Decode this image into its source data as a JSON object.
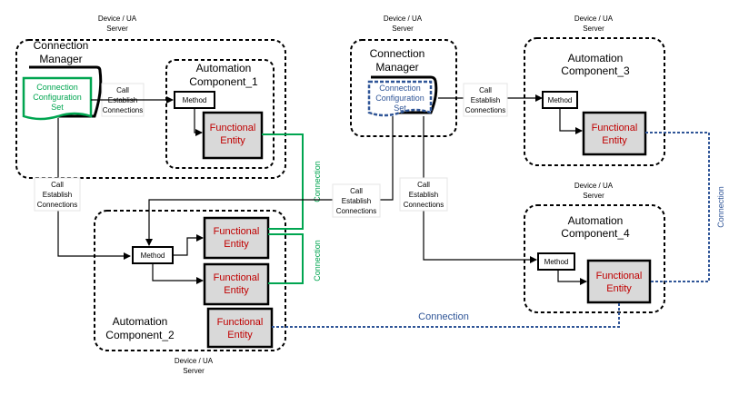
{
  "labels": {
    "device_server": [
      "Device / UA",
      "Server"
    ]
  },
  "left": {
    "connection_manager": [
      "Connection",
      "Manager"
    ],
    "config_set": [
      "Connection",
      "Configuration",
      "Set"
    ],
    "call_top": [
      "Call",
      "Establish",
      "Connections"
    ],
    "call_side": [
      "Call",
      "Establish",
      "Connections"
    ]
  },
  "ac1": {
    "title": [
      "Automation",
      "Component_1"
    ],
    "method": "Method",
    "entity": [
      "Functional",
      "Entity"
    ]
  },
  "ac2": {
    "title": [
      "Automation",
      "Component_2"
    ],
    "method": "Method",
    "entity": [
      "Functional",
      "Entity"
    ]
  },
  "middle": {
    "call": [
      "Call",
      "Establish",
      "Connections"
    ]
  },
  "right": {
    "connection_manager": [
      "Connection",
      "Manager"
    ],
    "config_set": [
      "Connection",
      "Configuration",
      "Set"
    ],
    "call_top": [
      "Call",
      "Establish",
      "Connections"
    ],
    "call_side": [
      "Call",
      "Establish",
      "Connections"
    ]
  },
  "ac3": {
    "title": [
      "Automation",
      "Component_3"
    ],
    "method": "Method",
    "entity": [
      "Functional",
      "Entity"
    ]
  },
  "ac4": {
    "title": [
      "Automation",
      "Component_4"
    ],
    "method": "Method",
    "entity": [
      "Functional",
      "Entity"
    ]
  },
  "connection_label": "Connection",
  "colors": {
    "green": "#00a550",
    "blue": "#2f5597",
    "red_text": "#c00000",
    "entity_fill": "#d9d9d9"
  }
}
